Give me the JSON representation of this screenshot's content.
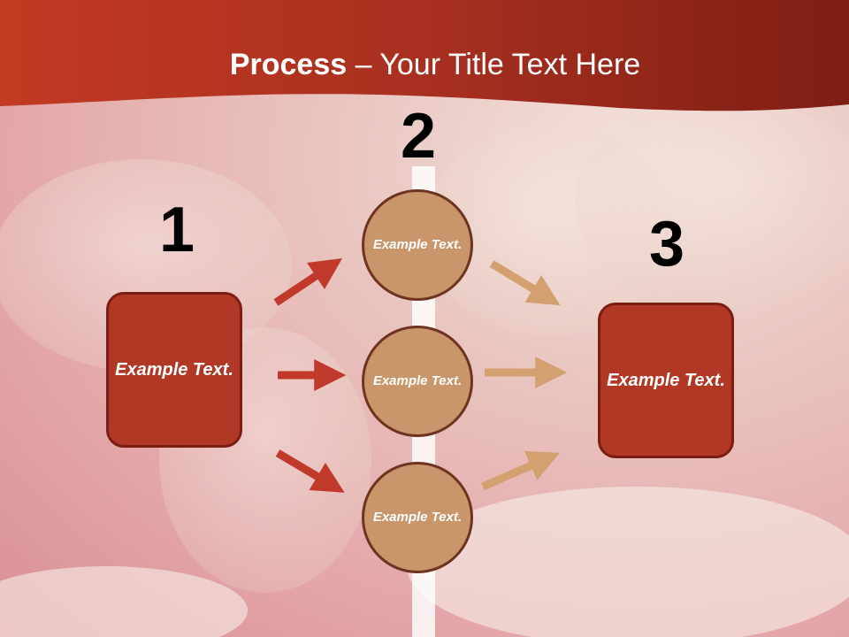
{
  "slide": {
    "title_bold": "Process",
    "title_rest": " – Your Title Text Here"
  },
  "steps": {
    "one": "1",
    "two": "2",
    "three": "3"
  },
  "left_box": {
    "text": "Example Text."
  },
  "circles": [
    {
      "text": "Example Text."
    },
    {
      "text": "Example Text."
    },
    {
      "text": "Example Text."
    }
  ],
  "right_box": {
    "text": "Example Text."
  },
  "colors": {
    "header_red": "#a3301e",
    "box_red": "#b23826",
    "circle_tan": "#c8966a",
    "arrow_red": "#c0392b",
    "arrow_tan": "#d3a070"
  }
}
